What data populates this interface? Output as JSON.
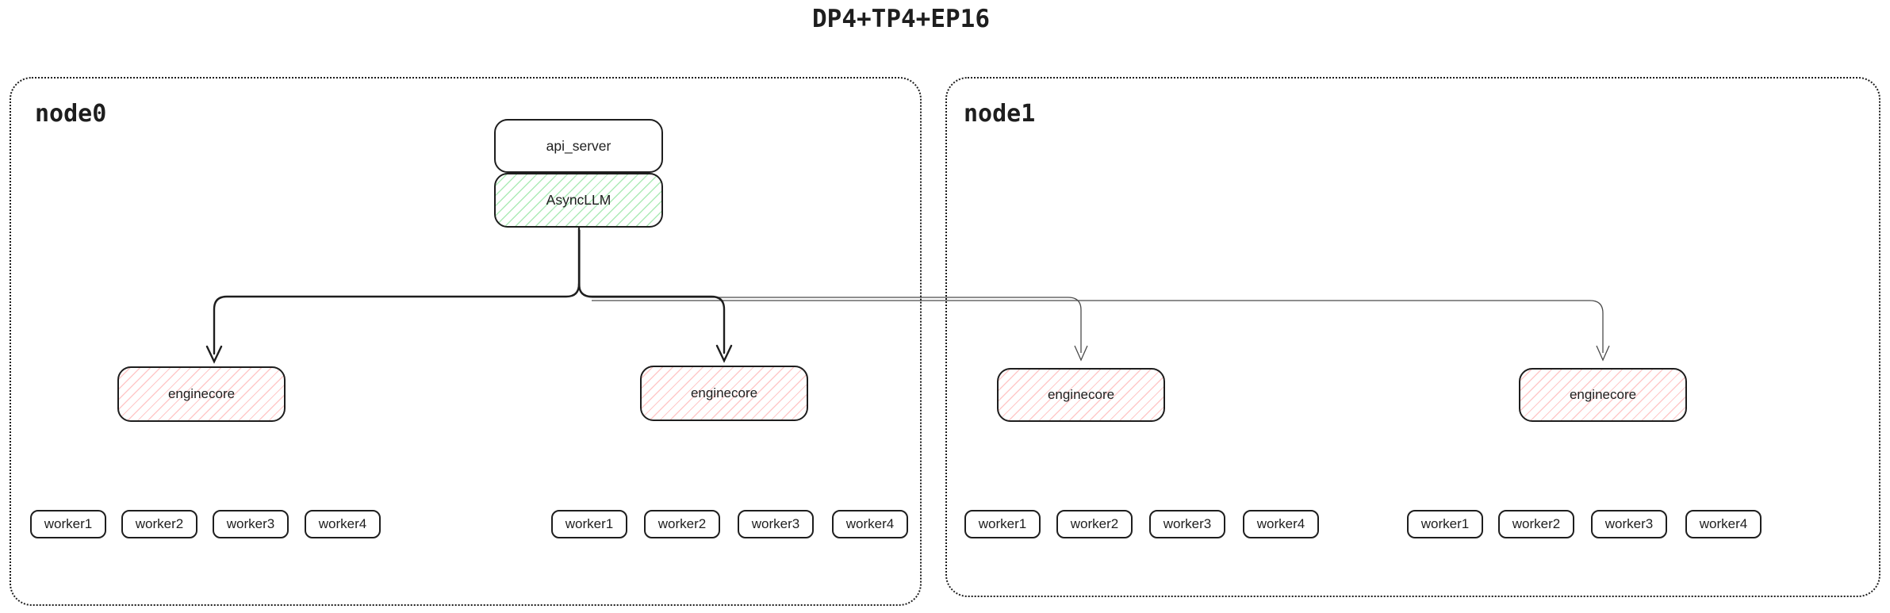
{
  "title": "DP4+TP4+EP16",
  "colors": {
    "stroke": "#1e1e1e",
    "green_hatch": "#69db7c",
    "red_hatch": "#ff7878",
    "background": "#ffffff"
  },
  "node0": {
    "label": "node0",
    "api_server_label": "api_server",
    "asyncllm_label": "AsyncLLM",
    "enginecores": [
      {
        "label": "enginecore",
        "workers": [
          "worker1",
          "worker2",
          "worker3",
          "worker4"
        ]
      },
      {
        "label": "enginecore",
        "workers": [
          "worker1",
          "worker2",
          "worker3",
          "worker4"
        ]
      }
    ]
  },
  "node1": {
    "label": "node1",
    "enginecores": [
      {
        "label": "enginecore",
        "workers": [
          "worker1",
          "worker2",
          "worker3",
          "worker4"
        ]
      },
      {
        "label": "enginecore",
        "workers": [
          "worker1",
          "worker2",
          "worker3",
          "worker4"
        ]
      }
    ]
  }
}
